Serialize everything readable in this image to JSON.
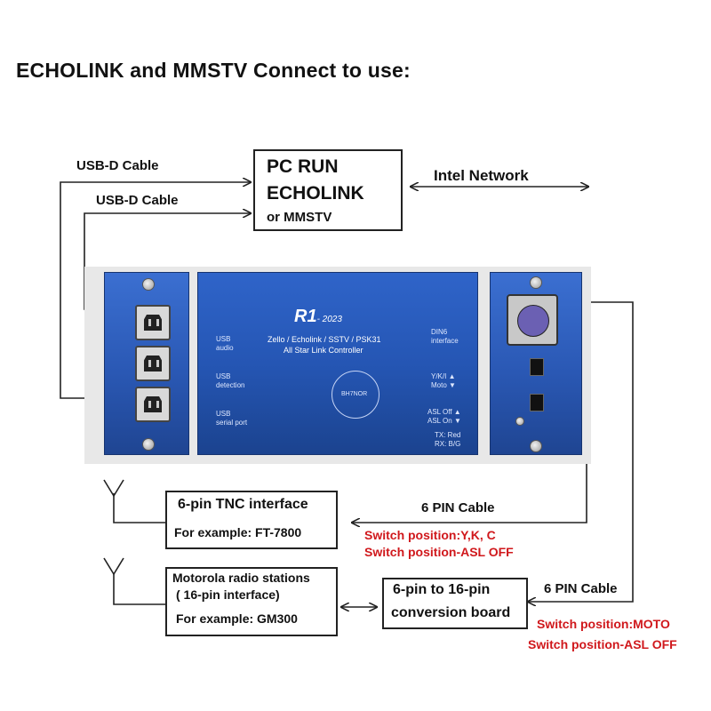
{
  "title": "ECHOLINK and MMSTV Connect to use:",
  "pc_box": {
    "line1": "PC RUN",
    "line2": "ECHOLINK",
    "line3": "or MMSTV"
  },
  "cables": {
    "usb1": "USB-D Cable",
    "usb2": "USB-D Cable",
    "network": "Intel Network",
    "six_pin_top": "6 PIN Cable",
    "six_pin_bottom": "6 PIN Cable"
  },
  "device": {
    "logo": "R1",
    "logo_year": "- 2023",
    "subtitle1": "Zello / Echolink / SSTV / PSK31",
    "subtitle2": "All Star Link  Controller",
    "usb_audio": [
      "USB",
      "audio"
    ],
    "usb_detection": [
      "USB",
      "detection"
    ],
    "usb_serial": [
      "USB",
      "serial port"
    ],
    "din_interface": [
      "DIN6",
      "interface"
    ],
    "switch_ykc": [
      "Y/K/I ▲",
      "Moto ▼"
    ],
    "switch_asl": [
      "ASL Off ▲",
      "ASL On ▼"
    ],
    "tx_rx": [
      "TX: Red",
      "RX: B/G"
    ],
    "seal_text": "BH7NOR"
  },
  "tnc_box": {
    "line1": "6-pin TNC interface",
    "line2": "For example: FT-7800"
  },
  "moto_box": {
    "line1": "Motorola radio stations",
    "line2": "( 16-pin interface)",
    "line3": "For example: GM300"
  },
  "conv_box": {
    "line1": "6-pin to 16-pin",
    "line2": "conversion board"
  },
  "notes": {
    "top1": "Switch position:Y,K, C",
    "top2": "Switch position-ASL OFF",
    "bot1": "Switch position:MOTO",
    "bot2": "Switch position-ASL OFF"
  },
  "colors": {
    "note_red": "#d0181c",
    "device_blue": "#2a58b4",
    "line": "#222222"
  }
}
